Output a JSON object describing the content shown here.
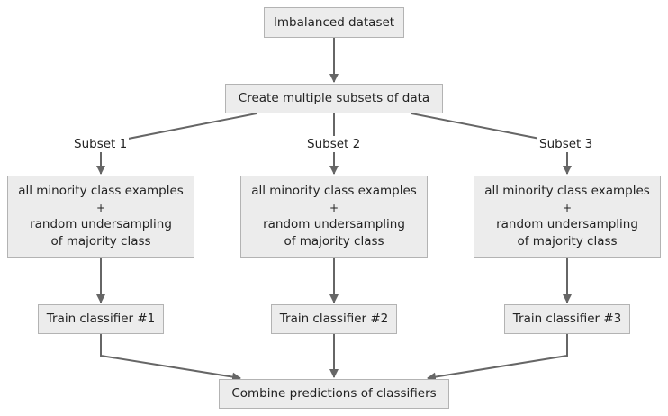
{
  "diagram": {
    "colors": {
      "node_fill": "#ececec",
      "node_border": "#b3b3b3",
      "edge": "#666666",
      "text": "#222222"
    },
    "start": "Imbalanced dataset",
    "split": "Create multiple subsets of data",
    "subsets": [
      {
        "edge_label": "Subset 1",
        "line1": "all minority class examples",
        "plus": "+",
        "line2": "random undersampling",
        "line3": "of majority class",
        "train": "Train classifier #1"
      },
      {
        "edge_label": "Subset 2",
        "line1": "all minority class examples",
        "plus": "+",
        "line2": "random undersampling",
        "line3": "of majority class",
        "train": "Train classifier #2"
      },
      {
        "edge_label": "Subset 3",
        "line1": "all minority class examples",
        "plus": "+",
        "line2": "random undersampling",
        "line3": "of majority class",
        "train": "Train classifier #3"
      }
    ],
    "combine": "Combine predictions of classifiers"
  }
}
